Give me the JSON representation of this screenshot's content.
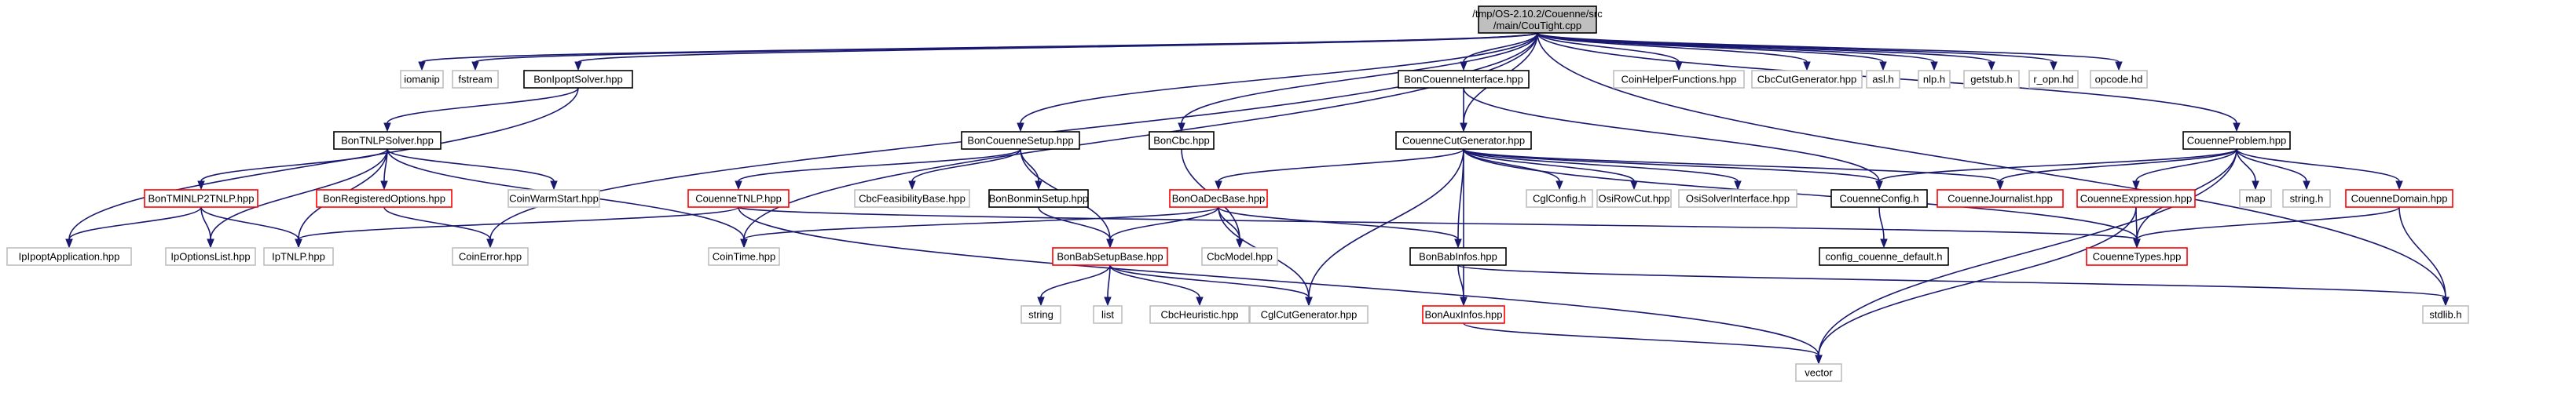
{
  "colors": {
    "edge": "#191970",
    "root_fill": "#bfbfbf",
    "normal_fill": "#ffffff",
    "border_root": "#000000",
    "border_doc": "#000000",
    "border_nodoc": "#ff0000",
    "border_system": "#bfbfbf"
  },
  "nodes": [
    {
      "id": "root",
      "label": "/tmp/OS-2.10.2/Couenne/src/main/CouTight.cpp",
      "kind": "root"
    },
    {
      "id": "iomanip",
      "label": "iomanip",
      "kind": "system"
    },
    {
      "id": "fstream",
      "label": "fstream",
      "kind": "system"
    },
    {
      "id": "BonIpoptSolver",
      "label": "BonIpoptSolver.hpp",
      "kind": "doc"
    },
    {
      "id": "BonCouenneInterface",
      "label": "BonCouenneInterface.hpp",
      "kind": "doc"
    },
    {
      "id": "CoinHelperFunctions",
      "label": "CoinHelperFunctions.hpp",
      "kind": "system"
    },
    {
      "id": "CbcCutGenerator",
      "label": "CbcCutGenerator.hpp",
      "kind": "system"
    },
    {
      "id": "asl",
      "label": "asl.h",
      "kind": "system"
    },
    {
      "id": "nlp",
      "label": "nlp.h",
      "kind": "system"
    },
    {
      "id": "getstub",
      "label": "getstub.h",
      "kind": "system"
    },
    {
      "id": "r_opn",
      "label": "r_opn.hd",
      "kind": "system"
    },
    {
      "id": "opcode",
      "label": "opcode.hd",
      "kind": "system"
    },
    {
      "id": "BonTNLPSolver",
      "label": "BonTNLPSolver.hpp",
      "kind": "doc"
    },
    {
      "id": "BonCouenneSetup",
      "label": "BonCouenneSetup.hpp",
      "kind": "doc"
    },
    {
      "id": "BonCbc",
      "label": "BonCbc.hpp",
      "kind": "doc"
    },
    {
      "id": "CouenneCutGenerator",
      "label": "CouenneCutGenerator.hpp",
      "kind": "doc"
    },
    {
      "id": "CouenneProblem",
      "label": "CouenneProblem.hpp",
      "kind": "doc"
    },
    {
      "id": "BonTMINLP2TNLP",
      "label": "BonTMINLP2TNLP.hpp",
      "kind": "nodoc"
    },
    {
      "id": "BonRegisteredOptions",
      "label": "BonRegisteredOptions.hpp",
      "kind": "nodoc"
    },
    {
      "id": "CoinWarmStart",
      "label": "CoinWarmStart.hpp",
      "kind": "system"
    },
    {
      "id": "CouenneTNLP",
      "label": "CouenneTNLP.hpp",
      "kind": "nodoc"
    },
    {
      "id": "CbcFeasibilityBase",
      "label": "CbcFeasibilityBase.hpp",
      "kind": "system"
    },
    {
      "id": "BonBonminSetup",
      "label": "BonBonminSetup.hpp",
      "kind": "doc"
    },
    {
      "id": "BonOaDecBase",
      "label": "BonOaDecBase.hpp",
      "kind": "nodoc"
    },
    {
      "id": "CglConfig",
      "label": "CglConfig.h",
      "kind": "system"
    },
    {
      "id": "OsiRowCut",
      "label": "OsiRowCut.hpp",
      "kind": "system"
    },
    {
      "id": "OsiSolverInterface",
      "label": "OsiSolverInterface.hpp",
      "kind": "system"
    },
    {
      "id": "CouenneConfig",
      "label": "CouenneConfig.h",
      "kind": "doc"
    },
    {
      "id": "CouenneJournalist",
      "label": "CouenneJournalist.hpp",
      "kind": "nodoc"
    },
    {
      "id": "CouenneExpression",
      "label": "CouenneExpression.hpp",
      "kind": "nodoc"
    },
    {
      "id": "map",
      "label": "map",
      "kind": "system"
    },
    {
      "id": "string_h",
      "label": "string.h",
      "kind": "system"
    },
    {
      "id": "CouenneDomain",
      "label": "CouenneDomain.hpp",
      "kind": "nodoc"
    },
    {
      "id": "IpIpoptApplication",
      "label": "IpIpoptApplication.hpp",
      "kind": "system"
    },
    {
      "id": "IpOptionsList",
      "label": "IpOptionsList.hpp",
      "kind": "system"
    },
    {
      "id": "IpTNLP",
      "label": "IpTNLP.hpp",
      "kind": "system"
    },
    {
      "id": "CoinError",
      "label": "CoinError.hpp",
      "kind": "system"
    },
    {
      "id": "CoinTime",
      "label": "CoinTime.hpp",
      "kind": "system"
    },
    {
      "id": "BonBabSetupBase",
      "label": "BonBabSetupBase.hpp",
      "kind": "nodoc"
    },
    {
      "id": "CbcModel",
      "label": "CbcModel.hpp",
      "kind": "system"
    },
    {
      "id": "BonBabInfos",
      "label": "BonBabInfos.hpp",
      "kind": "doc"
    },
    {
      "id": "CouenneTypes",
      "label": "CouenneTypes.hpp",
      "kind": "nodoc"
    },
    {
      "id": "config_couenne_default",
      "label": "config_couenne_default.h",
      "kind": "doc"
    },
    {
      "id": "string",
      "label": "string",
      "kind": "system"
    },
    {
      "id": "list",
      "label": "list",
      "kind": "system"
    },
    {
      "id": "CbcHeuristic",
      "label": "CbcHeuristic.hpp",
      "kind": "system"
    },
    {
      "id": "CglCutGenerator",
      "label": "CglCutGenerator.hpp",
      "kind": "system"
    },
    {
      "id": "BonAuxInfos",
      "label": "BonAuxInfos.hpp",
      "kind": "nodoc"
    },
    {
      "id": "stdlib",
      "label": "stdlib.h",
      "kind": "system"
    },
    {
      "id": "vector",
      "label": "vector",
      "kind": "system"
    }
  ],
  "edges": [
    [
      "root",
      "iomanip"
    ],
    [
      "root",
      "fstream"
    ],
    [
      "root",
      "BonIpoptSolver"
    ],
    [
      "root",
      "BonCouenneInterface"
    ],
    [
      "root",
      "CoinHelperFunctions"
    ],
    [
      "root",
      "CbcCutGenerator"
    ],
    [
      "root",
      "asl"
    ],
    [
      "root",
      "nlp"
    ],
    [
      "root",
      "getstub"
    ],
    [
      "root",
      "r_opn"
    ],
    [
      "root",
      "opcode"
    ],
    [
      "root",
      "BonCouenneSetup"
    ],
    [
      "root",
      "BonCbc"
    ],
    [
      "root",
      "CouenneCutGenerator"
    ],
    [
      "root",
      "CouenneProblem"
    ],
    [
      "root",
      "CoinError"
    ],
    [
      "root",
      "CoinTime"
    ],
    [
      "root",
      "stdlib"
    ],
    [
      "BonIpoptSolver",
      "BonTNLPSolver"
    ],
    [
      "BonIpoptSolver",
      "IpIpoptApplication"
    ],
    [
      "BonTNLPSolver",
      "BonTMINLP2TNLP"
    ],
    [
      "BonTNLPSolver",
      "BonRegisteredOptions"
    ],
    [
      "BonTNLPSolver",
      "CoinWarmStart"
    ],
    [
      "BonTNLPSolver",
      "IpOptionsList"
    ],
    [
      "BonTNLPSolver",
      "IpTNLP"
    ],
    [
      "BonTNLPSolver",
      "CoinTime"
    ],
    [
      "BonTMINLP2TNLP",
      "IpIpoptApplication"
    ],
    [
      "BonTMINLP2TNLP",
      "IpOptionsList"
    ],
    [
      "BonTMINLP2TNLP",
      "IpTNLP"
    ],
    [
      "BonRegisteredOptions",
      "CoinError"
    ],
    [
      "BonCouenneInterface",
      "CouenneCutGenerator"
    ],
    [
      "BonCouenneInterface",
      "CouenneConfig"
    ],
    [
      "BonCouenneSetup",
      "CouenneTNLP"
    ],
    [
      "BonCouenneSetup",
      "CbcFeasibilityBase"
    ],
    [
      "BonCouenneSetup",
      "BonBonminSetup"
    ],
    [
      "BonCouenneSetup",
      "BonBabSetupBase"
    ],
    [
      "BonCbc",
      "CbcModel"
    ],
    [
      "CouenneTNLP",
      "IpTNLP"
    ],
    [
      "CouenneTNLP",
      "CouenneTypes"
    ],
    [
      "CouenneTNLP",
      "vector"
    ],
    [
      "BonBonminSetup",
      "BonBabSetupBase"
    ],
    [
      "CouenneCutGenerator",
      "BonOaDecBase"
    ],
    [
      "CouenneCutGenerator",
      "CglConfig"
    ],
    [
      "CouenneCutGenerator",
      "OsiRowCut"
    ],
    [
      "CouenneCutGenerator",
      "OsiSolverInterface"
    ],
    [
      "CouenneCutGenerator",
      "CouenneConfig"
    ],
    [
      "CouenneCutGenerator",
      "CouenneJournalist"
    ],
    [
      "CouenneCutGenerator",
      "CouenneTypes"
    ],
    [
      "CouenneCutGenerator",
      "BonBabInfos"
    ],
    [
      "CouenneCutGenerator",
      "BonAuxInfos"
    ],
    [
      "CouenneCutGenerator",
      "CglCutGenerator"
    ],
    [
      "BonOaDecBase",
      "BonBabSetupBase"
    ],
    [
      "BonOaDecBase",
      "CbcModel"
    ],
    [
      "BonOaDecBase",
      "BonBabInfos"
    ],
    [
      "BonOaDecBase",
      "CglCutGenerator"
    ],
    [
      "BonOaDecBase",
      "CoinTime"
    ],
    [
      "CouenneConfig",
      "config_couenne_default"
    ],
    [
      "BonBabSetupBase",
      "string"
    ],
    [
      "BonBabSetupBase",
      "list"
    ],
    [
      "BonBabSetupBase",
      "CbcHeuristic"
    ],
    [
      "BonBabSetupBase",
      "CglCutGenerator"
    ],
    [
      "BonBabInfos",
      "BonAuxInfos"
    ],
    [
      "BonBabInfos",
      "stdlib"
    ],
    [
      "BonAuxInfos",
      "vector"
    ],
    [
      "CouenneProblem",
      "CouenneConfig"
    ],
    [
      "CouenneProblem",
      "CouenneJournalist"
    ],
    [
      "CouenneProblem",
      "CouenneExpression"
    ],
    [
      "CouenneProblem",
      "map"
    ],
    [
      "CouenneProblem",
      "string_h"
    ],
    [
      "CouenneProblem",
      "CouenneDomain"
    ],
    [
      "CouenneProblem",
      "CouenneTypes"
    ],
    [
      "CouenneProblem",
      "vector"
    ],
    [
      "CouenneExpression",
      "CouenneTypes"
    ],
    [
      "CouenneExpression",
      "vector"
    ],
    [
      "CouenneDomain",
      "CouenneTypes"
    ],
    [
      "CouenneDomain",
      "stdlib"
    ]
  ]
}
